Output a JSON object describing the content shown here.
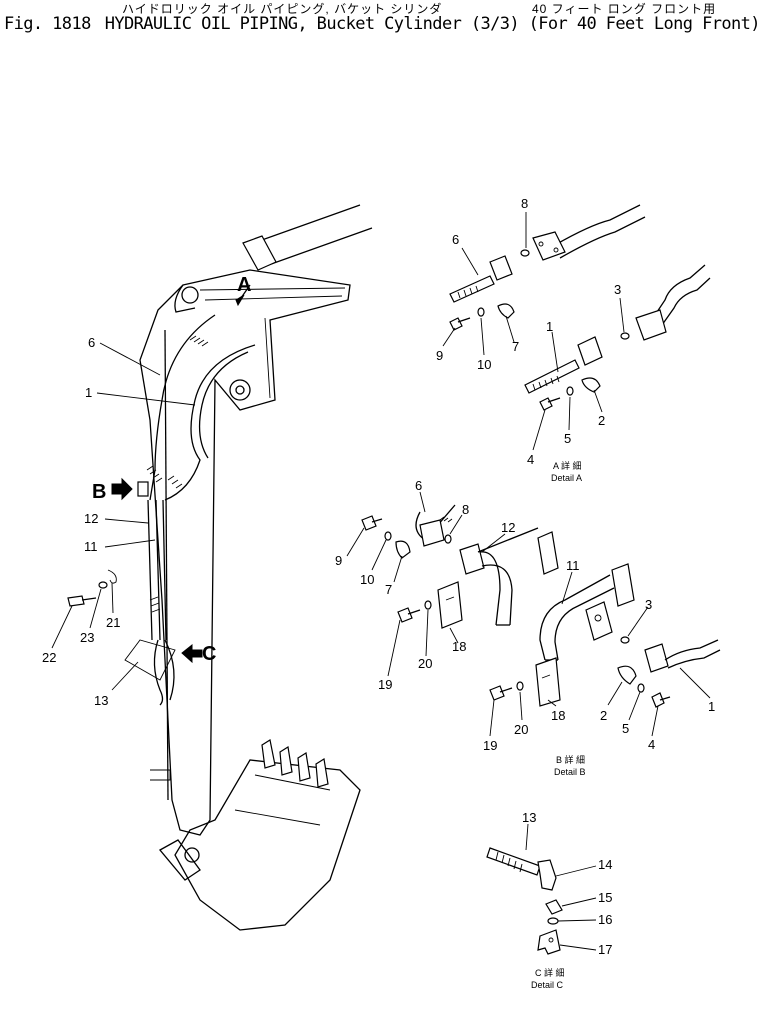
{
  "header": {
    "japanese_title": "ハイドロリック オイル パイピング, バケット シリンダ",
    "japanese_suffix": "40 フィート ロング フロント用",
    "figure_number": "Fig. 1818",
    "title": "HYDRAULIC OIL PIPING, Bucket Cylinder (3/3) (For 40 Feet Long Front)"
  },
  "callouts": {
    "view_a": "A",
    "view_b": "B",
    "view_c": "C"
  },
  "main_view_labels": [
    "6",
    "1",
    "12",
    "11",
    "21",
    "22",
    "23",
    "13"
  ],
  "detail_a": {
    "jp": "A 詳 細",
    "caption": "Detail A",
    "labels": [
      "8",
      "6",
      "3",
      "1",
      "7",
      "10",
      "9",
      "2",
      "5",
      "4"
    ]
  },
  "detail_b": {
    "jp": "B 詳 細",
    "caption": "Detail B",
    "labels": [
      "6",
      "8",
      "12",
      "9",
      "10",
      "7",
      "11",
      "3",
      "18",
      "19",
      "20",
      "2",
      "5",
      "4",
      "1",
      "18",
      "20",
      "19"
    ]
  },
  "detail_c": {
    "jp": "C 詳 細",
    "caption": "Detail C",
    "labels": [
      "13",
      "14",
      "15",
      "16",
      "17"
    ]
  }
}
